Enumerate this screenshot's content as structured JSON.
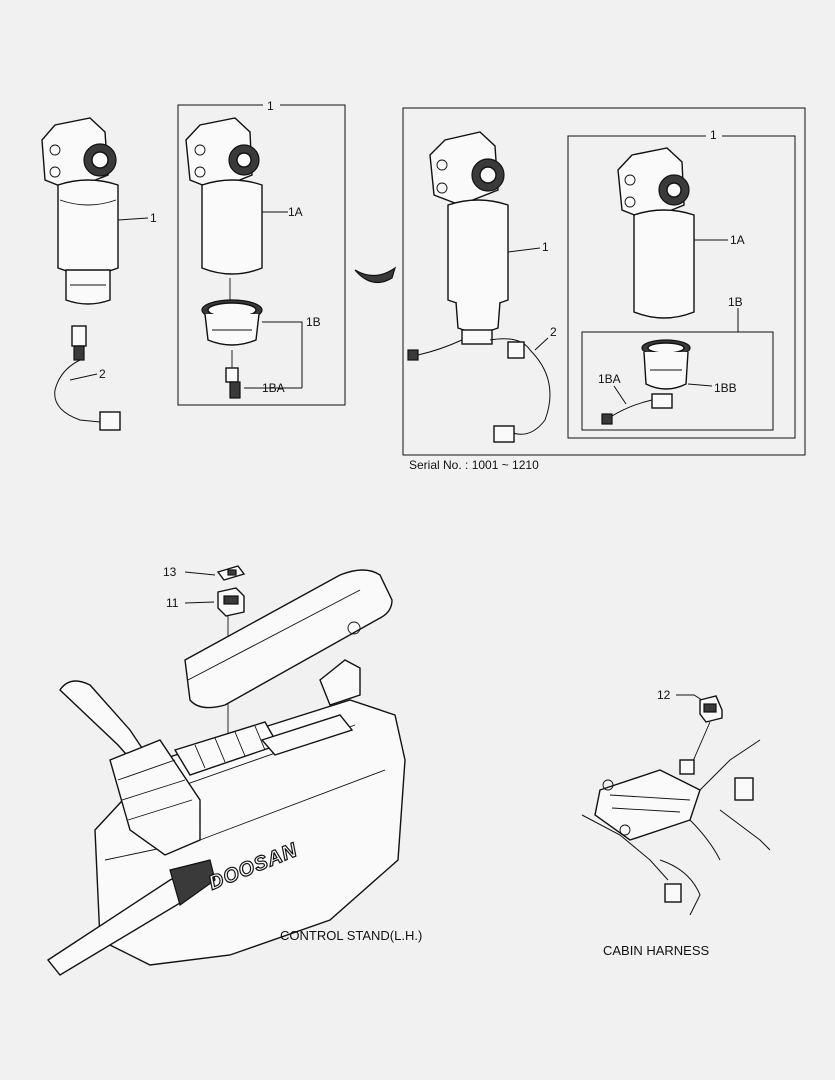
{
  "labels": {
    "top_left_filter": "1",
    "top_left_harness": "2",
    "kit_box": "1",
    "kit_head": "1A",
    "kit_bowl": "1B",
    "kit_sensor": "1BA",
    "serial_filter": "1",
    "serial_harness": "2",
    "serial_kit_box": "1",
    "serial_head": "1A",
    "serial_bowl_box": "1B",
    "serial_sensor": "1BA",
    "serial_bowl": "1BB",
    "switch_cover": "13",
    "switch": "11",
    "connector": "12"
  },
  "captions": {
    "serial": "Serial No. : 1001 ~ 1210",
    "control_stand": "CONTROL STAND(L.H.)",
    "cabin_harness": "CABIN HARNESS",
    "brand_logo": "DOOSAN"
  }
}
